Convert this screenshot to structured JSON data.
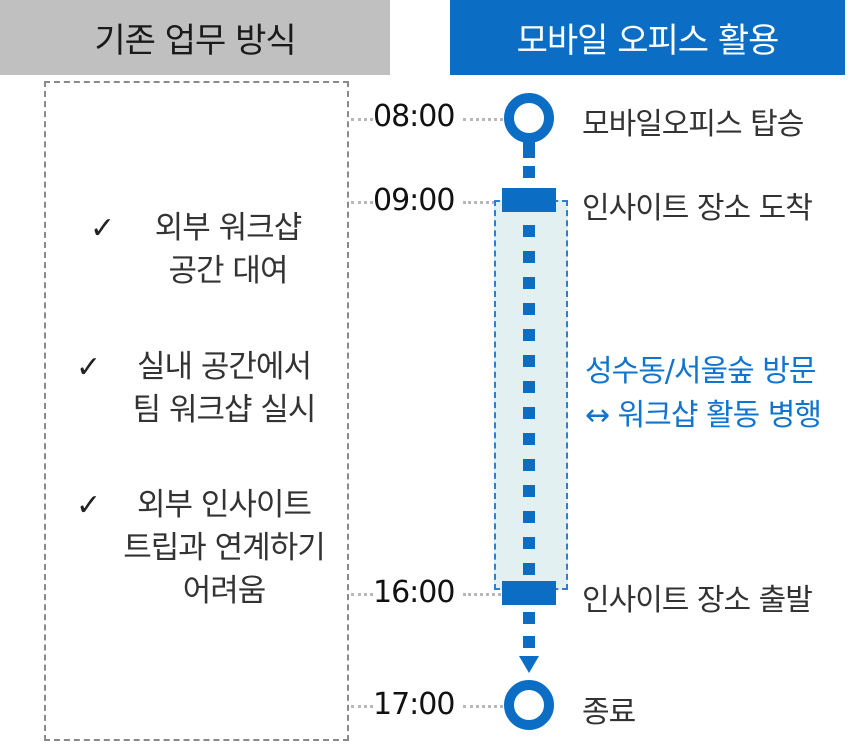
{
  "headers": {
    "left": "기존 업무 방식",
    "right": "모바일 오피스 활용"
  },
  "existing_method": {
    "check_icon": "✓",
    "items": [
      {
        "line1": "외부 워크샵",
        "line2": "공간 대여"
      },
      {
        "line1": "실내 공간에서",
        "line2": "팀 워크샵 실시"
      },
      {
        "line1": "외부 인사이트",
        "line2": "트립과 연계하기",
        "line3": "어려움"
      }
    ]
  },
  "timeline": {
    "accent_color": "#0b6dc4",
    "zone_color": "#e2f0f1",
    "events": [
      {
        "time": "08:00",
        "label": "모바일오피스 탑승",
        "marker": "ring"
      },
      {
        "time": "09:00",
        "label": "인사이트 장소 도착",
        "marker": "bar"
      },
      {
        "time": "16:00",
        "label": "인사이트 장소 출발",
        "marker": "bar"
      },
      {
        "time": "17:00",
        "label": "종료",
        "marker": "ring"
      }
    ],
    "note": {
      "line1": "성수동/서울숲 방문",
      "line2": "↔ 워크샵 활동 병행"
    }
  }
}
